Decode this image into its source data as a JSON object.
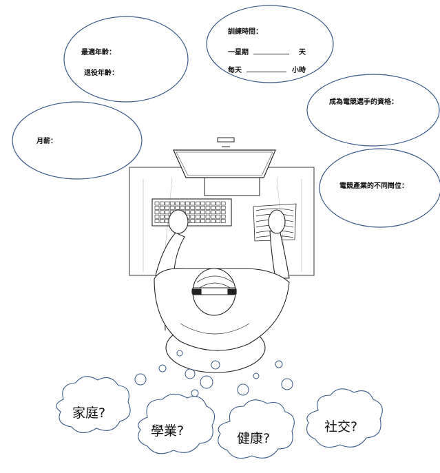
{
  "bubbles": {
    "best_age": "最適年齡：",
    "retire_age": "退役年齡：",
    "training_title": "訓練時間：",
    "week_prefix": "一星期",
    "week_unit": "天",
    "day_prefix": "每天",
    "day_unit": "小時",
    "qualification": "成為電競選手的資格：",
    "salary": "月薪：",
    "positions": "電競產業的不同崗位："
  },
  "clouds": {
    "family": "家庭?",
    "study": "學業?",
    "health": "健康?",
    "social": "社交?"
  }
}
